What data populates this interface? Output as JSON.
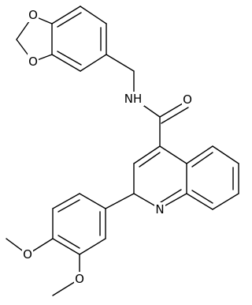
{
  "molecule": {
    "atom_labels": {
      "o_diox_top": "O",
      "o_diox_bottom": "O",
      "amide_nh": "NH",
      "carbonyl_o": "O",
      "quinoline_n": "N",
      "methoxy_o1": "O",
      "methoxy_o2": "O"
    }
  },
  "colors": {
    "bond": "#000000",
    "background": "#ffffff"
  }
}
